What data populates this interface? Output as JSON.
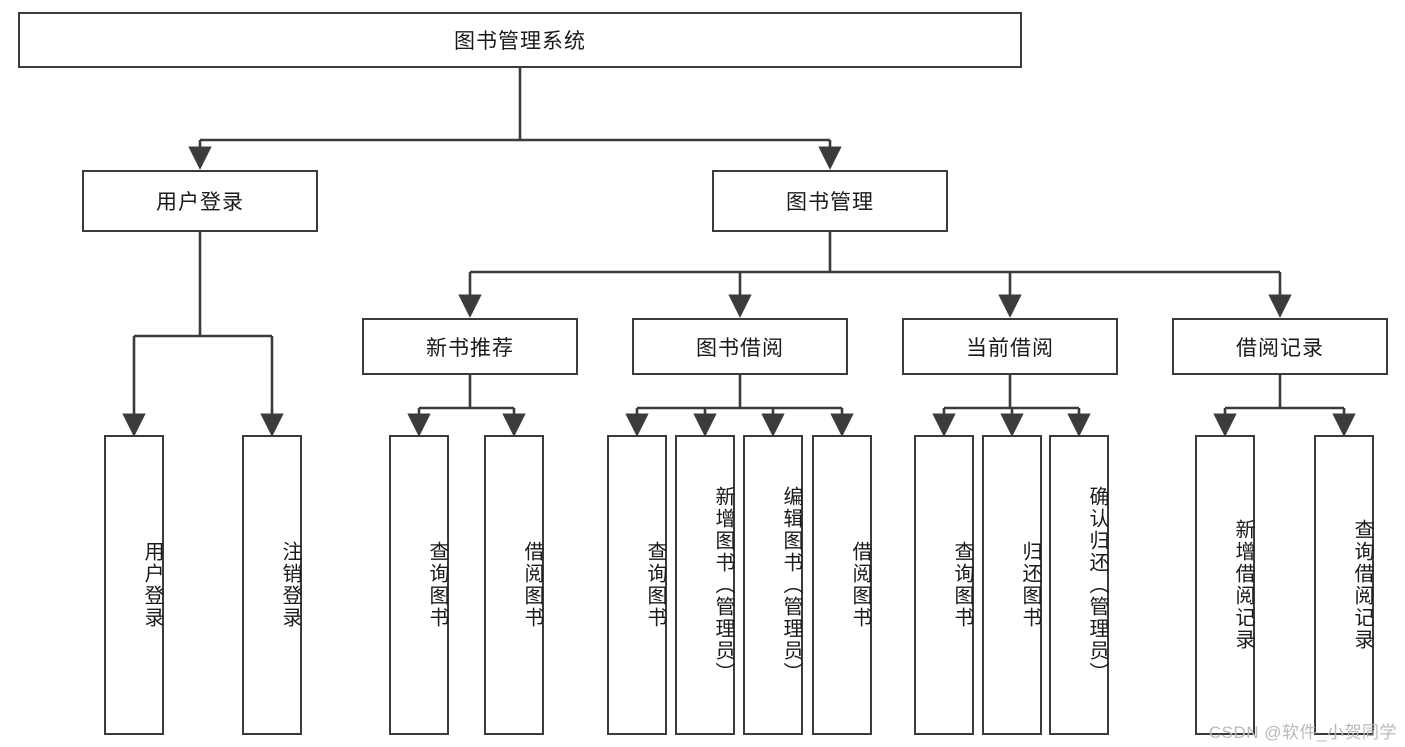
{
  "chart_data": {
    "type": "diagram",
    "title": "图书管理系统",
    "diagram_kind": "hierarchy-tree",
    "levels": 4,
    "edge_style": "orthogonal-with-arrowheads",
    "node_count": 22
  },
  "colors": {
    "background": "#ffffff",
    "node_border": "#3b3b3b",
    "node_fill": "#ffffff",
    "edge": "#3b3b3b",
    "text": "#1a1a1a",
    "watermark": "#b9b9b9"
  },
  "watermark": {
    "text": "CSDN @软件_小贺同学"
  },
  "nodes": {
    "root": {
      "label": "图书管理系统"
    },
    "level2": [
      {
        "id": "user-login",
        "label": "用户登录"
      },
      {
        "id": "book-manage",
        "label": "图书管理"
      }
    ],
    "level3": [
      {
        "id": "new-book-recommend",
        "label": "新书推荐"
      },
      {
        "id": "book-borrow",
        "label": "图书借阅"
      },
      {
        "id": "current-borrow",
        "label": "当前借阅"
      },
      {
        "id": "borrow-record",
        "label": "借阅记录"
      }
    ],
    "leaves": {
      "user-login": [
        {
          "id": "leaf-user-login",
          "label": "用户登录"
        },
        {
          "id": "leaf-user-logout",
          "label": "注销登录"
        }
      ],
      "new-book-recommend": [
        {
          "id": "leaf-query-book-1",
          "label": "查询图书"
        },
        {
          "id": "leaf-borrow-book-1",
          "label": "借阅图书"
        }
      ],
      "book-borrow": [
        {
          "id": "leaf-query-book-2",
          "label": "查询图书"
        },
        {
          "id": "leaf-add-book",
          "label": "新增图书（管理员）"
        },
        {
          "id": "leaf-edit-book",
          "label": "编辑图书（管理员）"
        },
        {
          "id": "leaf-borrow-book-2",
          "label": "借阅图书"
        }
      ],
      "current-borrow": [
        {
          "id": "leaf-query-book-3",
          "label": "查询图书"
        },
        {
          "id": "leaf-return-book",
          "label": "归还图书"
        },
        {
          "id": "leaf-confirm-return",
          "label": "确认归还（管理员）"
        }
      ],
      "borrow-record": [
        {
          "id": "leaf-add-record",
          "label": "新增借阅记录"
        },
        {
          "id": "leaf-query-record",
          "label": "查询借阅记录"
        }
      ]
    }
  }
}
